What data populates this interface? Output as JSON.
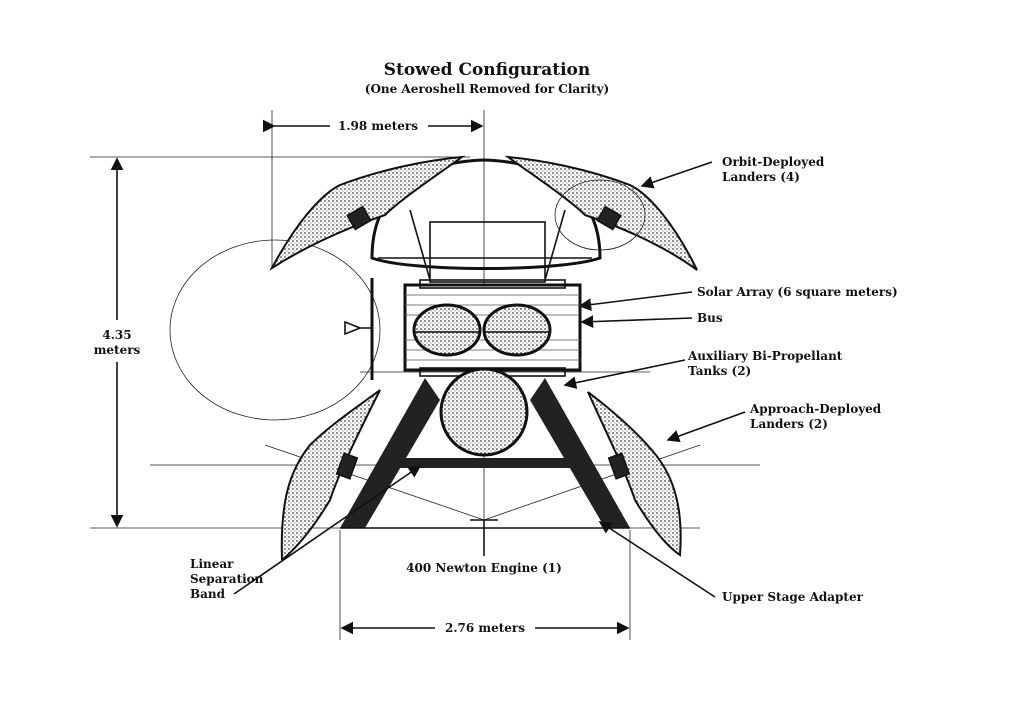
{
  "title": "Stowed Configuration",
  "subtitle": "(One Aeroshell Removed for Clarity)",
  "dimensions": {
    "top_width": "1.98 meters",
    "height_line1": "4.35",
    "height_line2": "meters",
    "base_width": "2.76 meters"
  },
  "labels": {
    "orbit_landers_1": "Orbit-Deployed",
    "orbit_landers_2": "Landers (4)",
    "solar_array": "Solar Array  (6 square meters)",
    "bus": "Bus",
    "aux_tanks_1": "Auxiliary Bi-Propellant",
    "aux_tanks_2": "Tanks (2)",
    "approach_landers_1": "Approach-Deployed",
    "approach_landers_2": "Landers (2)",
    "separation_band_1": "Linear",
    "separation_band_2": "Separation",
    "separation_band_3": "Band",
    "engine": "400 Newton Engine (1)",
    "adapter": "Upper Stage Adapter"
  }
}
